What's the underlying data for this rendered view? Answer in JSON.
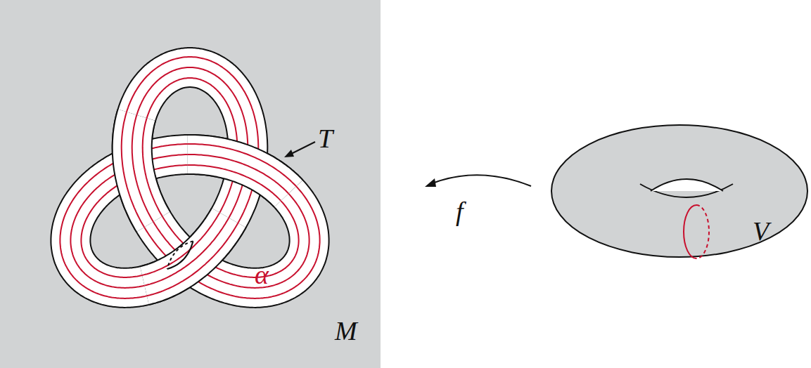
{
  "diagram": {
    "labels": [
      "T",
      "α",
      "M",
      "f",
      "V"
    ]
  }
}
